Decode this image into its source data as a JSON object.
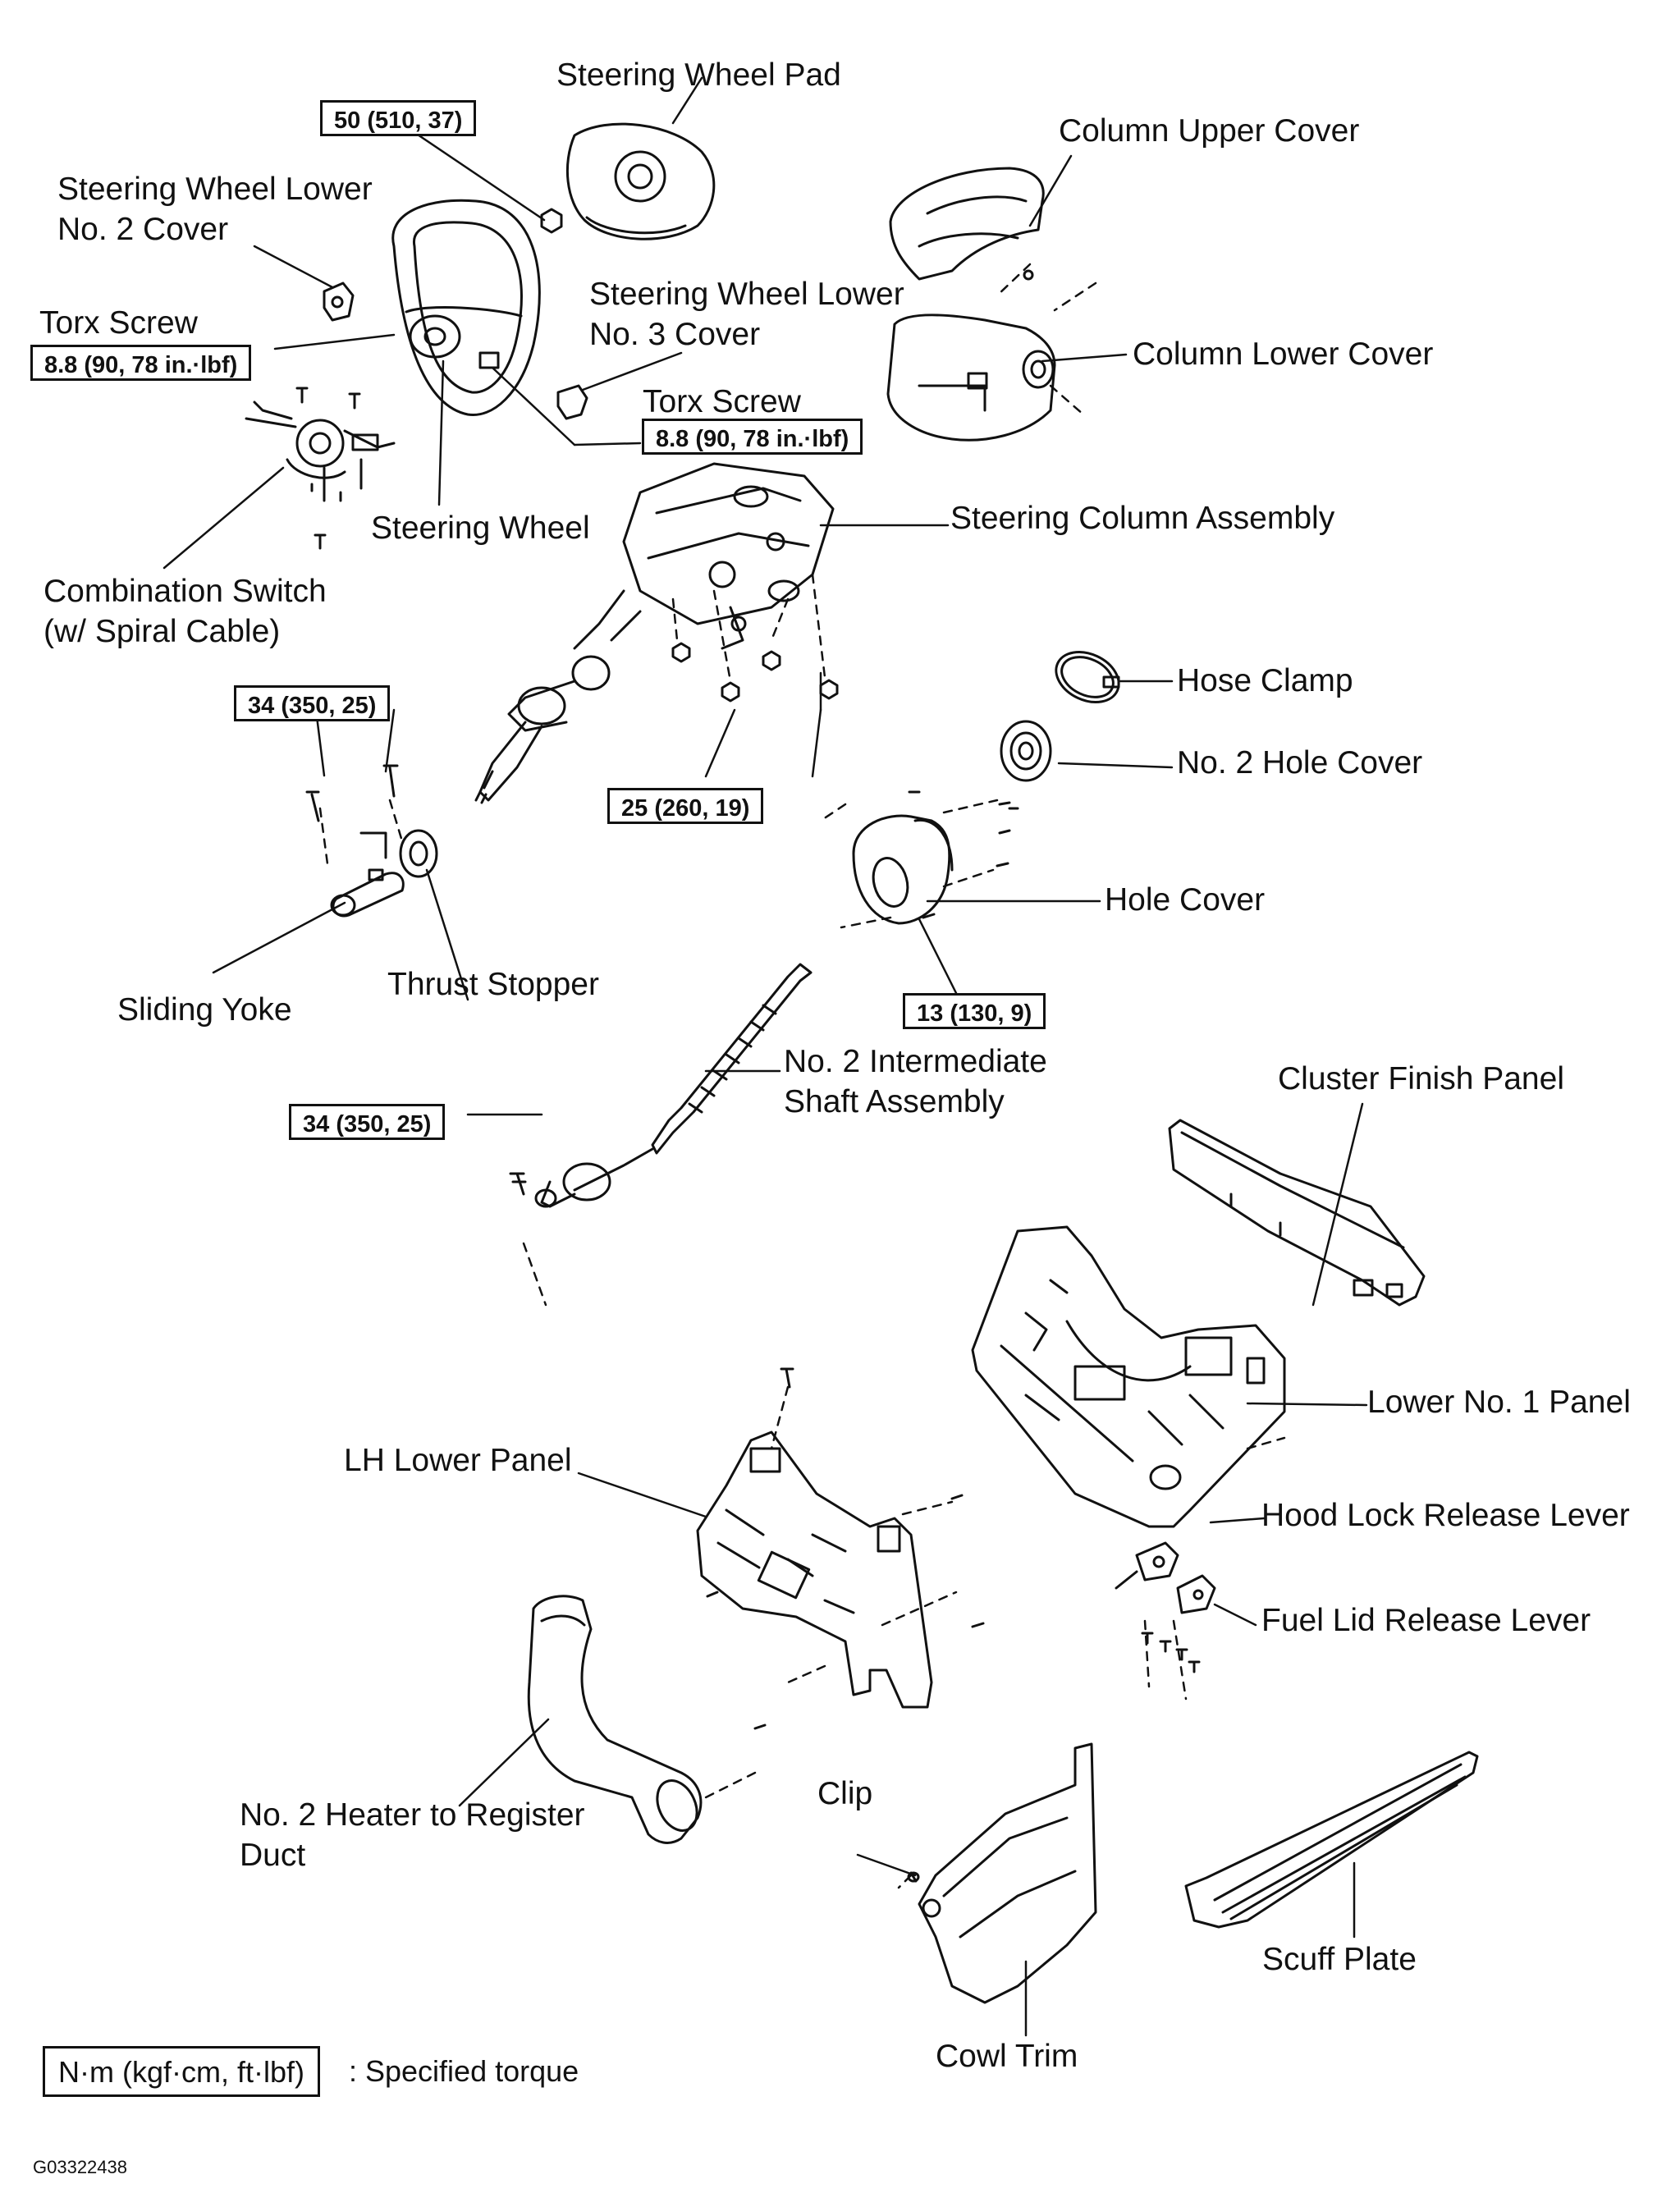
{
  "parts": {
    "steering_wheel_pad": "Steering Wheel Pad",
    "column_upper_cover": "Column Upper Cover",
    "steering_wheel_lower_no2_cover_l1": "Steering Wheel Lower",
    "steering_wheel_lower_no2_cover_l2": "No. 2 Cover",
    "steering_wheel_lower_no3_cover_l1": "Steering Wheel Lower",
    "steering_wheel_lower_no3_cover_l2": "No. 3 Cover",
    "column_lower_cover": "Column Lower Cover",
    "torx_screw_left": "Torx Screw",
    "torx_screw_right": "Torx Screw",
    "steering_wheel": "Steering Wheel",
    "steering_column_assembly": "Steering Column Assembly",
    "combination_switch_l1": "Combination Switch",
    "combination_switch_l2": "(w/ Spiral Cable)",
    "hose_clamp": "Hose Clamp",
    "no2_hole_cover": "No. 2 Hole Cover",
    "hole_cover": "Hole Cover",
    "sliding_yoke": "Sliding Yoke",
    "thrust_stopper": "Thrust Stopper",
    "no2_intermediate_shaft_l1": "No. 2 Intermediate",
    "no2_intermediate_shaft_l2": "Shaft Assembly",
    "cluster_finish_panel": "Cluster Finish Panel",
    "lower_no1_panel": "Lower No. 1 Panel",
    "lh_lower_panel": "LH Lower Panel",
    "hood_lock_release_lever": "Hood Lock Release Lever",
    "fuel_lid_release_lever": "Fuel Lid Release Lever",
    "no2_heater_duct_l1": "No. 2 Heater to Register",
    "no2_heater_duct_l2": "Duct",
    "clip": "Clip",
    "scuff_plate": "Scuff Plate",
    "cowl_trim": "Cowl Trim"
  },
  "torques": {
    "pad_nut": "50 (510, 37)",
    "torx_left": "8.8 (90, 78 in.·lbf)",
    "torx_right": "8.8 (90, 78 in.·lbf)",
    "sliding_yoke_bolts": "34 (350, 25)",
    "column_nuts": "25 (260, 19)",
    "hole_cover_bolts": "13 (130, 9)",
    "intermediate_shaft_bolt": "34 (350, 25)"
  },
  "legend": {
    "unit_box": "N·m (kgf·cm, ft·lbf)",
    "meaning": ": Specified torque"
  },
  "figure_code": "G03322438"
}
